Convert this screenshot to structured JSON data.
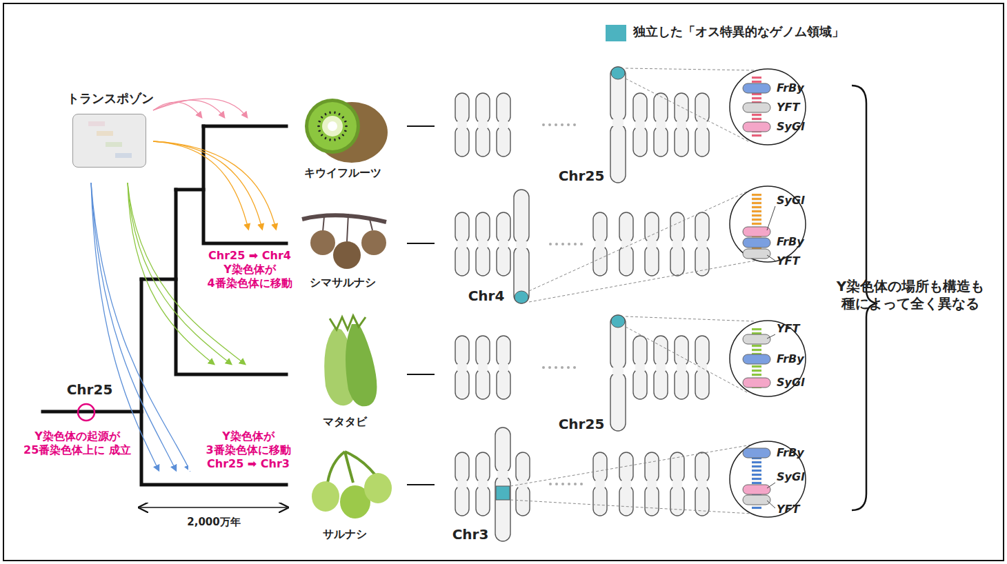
{
  "diagram": {
    "nodes": [
      {
        "text": [
          "トランスポゾン"
        ]
      }
    ],
    "labels": [
      "Chr25",
      "Y染色体の起源が 25番染色体上に 成立",
      "Chr25 ➡ Chr4 Y染色体が 4番染色体に移動",
      "Y染色体が 3番染色体に移動 Chr25 ➡ Chr3",
      "2,000万年",
      "キウイフルーツ",
      "シマサルナシ",
      "マタタビ",
      "サルナシ",
      "Chr25",
      "Chr4",
      "Chr25",
      "Chr3",
      "FrBy",
      "YFT",
      "SyGl",
      "SyGl",
      "FrBy",
      "YFT",
      "YFT",
      "FrBy",
      "SyGl",
      "FrBy",
      "SyGl",
      "YFT",
      "Y染色体の場所も構造も 種によって全く異なる"
    ],
    "legend": [
      {
        "text": "独立した「オス特異的なゲノム領域」",
        "color": "#4cb3c0"
      }
    ]
  }
}
